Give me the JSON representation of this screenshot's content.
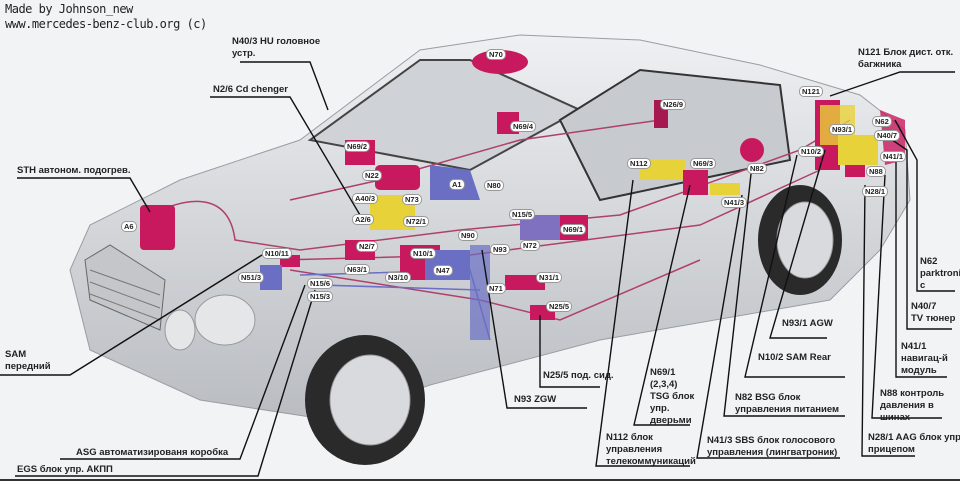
{
  "header": {
    "author": "Made by Johnson_new",
    "site": "www.mercedes-benz-club.org (c)"
  },
  "callouts": {
    "n40_3": [
      "N40/3 HU головное",
      "устр."
    ],
    "n2_6": "N2/6 Cd chenger",
    "sth": "STH автоном. подогрев.",
    "sam_front": [
      "SAM",
      "передний"
    ],
    "asg": "ASG автоматизированя коробка",
    "egs": "EGS блок упр. АКПП",
    "n25_5": "N25/5 под. сид.",
    "n93": "N93 ZGW",
    "n69_1": [
      "N69/1",
      "(2,3,4)",
      "TSG блок",
      "упр.",
      "дверьми"
    ],
    "n112": [
      "N112 блок",
      "управления",
      "телекоммуникаций"
    ],
    "n41_3": [
      "N41/3 SBS блок голосового",
      "управления (лингватроник)"
    ],
    "n82": [
      "N82 BSG блок",
      "управления питанием"
    ],
    "n10_2": "N10/2 SAM Rear",
    "n93_1": "N93/1 AGW",
    "n121": [
      "N121 Блок дист. отк.",
      "багжника"
    ],
    "n62": [
      "N62",
      "parktroni",
      "c"
    ],
    "n40_7": [
      "N40/7",
      "TV тюнер"
    ],
    "n41_1": [
      "N41/1",
      "навигац-й",
      "модуль"
    ],
    "n88": [
      "N88 контроль",
      "давления в",
      "шинах"
    ],
    "n28_1": [
      "N28/1 AAG блок упр.",
      "прицепом"
    ]
  },
  "tags": [
    "A6",
    "N10/11",
    "N51/3",
    "N15/6",
    "N15/3",
    "N69/2",
    "N22",
    "A40/3",
    "A2/6",
    "N73",
    "N72/1",
    "N2/7",
    "N63/1",
    "N3/10",
    "N10/1",
    "N47",
    "A1",
    "N80",
    "N90",
    "N93",
    "N15/5",
    "N72",
    "N69/1",
    "N31/1",
    "N71",
    "N25/5",
    "N70",
    "N69/4",
    "N26/9",
    "N112",
    "N69/3",
    "N82",
    "N41/3",
    "N121",
    "N93/1",
    "N62",
    "N40/7",
    "N10/2",
    "N41/1",
    "N88",
    "N28/1"
  ],
  "colors": {
    "module_magenta": "#c8185e",
    "module_yellow": "#e8d23a",
    "module_blue": "#6a6fc4",
    "wiring": "#b0406a",
    "body": "#d9dbde"
  }
}
